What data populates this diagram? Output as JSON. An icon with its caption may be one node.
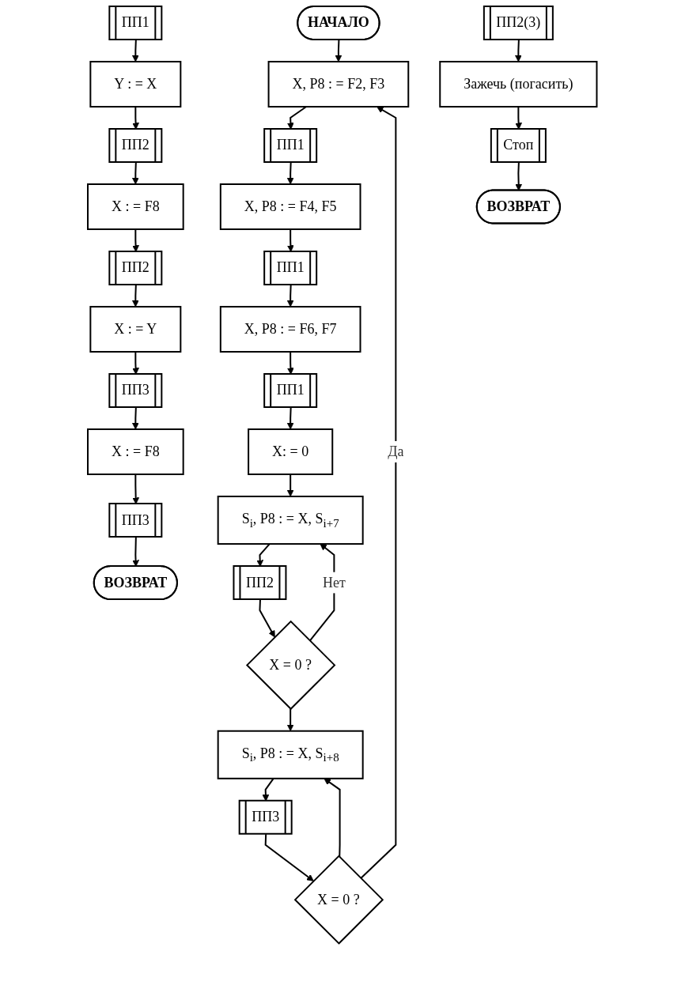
{
  "diagram": {
    "nodes": [
      {
        "text": [
          "НАЧАЛО"
        ]
      },
      {
        "text": [
          "X, P8 : = F2, F3"
        ]
      },
      {
        "text": [
          "ПП1"
        ]
      },
      {
        "text": [
          "X, P8 : = F4, F5"
        ]
      },
      {
        "text": [
          "ПП1"
        ]
      },
      {
        "text": [
          "X, P8 : = F6, F7"
        ]
      },
      {
        "text": [
          "ПП1"
        ]
      },
      {
        "text": [
          "X: = 0"
        ]
      },
      {
        "text": [
          "S$_{i}$, P8 : = X, S$_{i+7}$"
        ]
      },
      {
        "text": [
          "ПП2"
        ]
      },
      {
        "text": [
          "X = 0 ?"
        ]
      },
      {
        "text": [
          "S$_{i}$, P8 : = X, S$_{i+8}$"
        ]
      },
      {
        "text": [
          "ПП3"
        ]
      },
      {
        "text": [
          "X = 0 ?"
        ]
      },
      {
        "text": [
          "ПП1"
        ]
      },
      {
        "text": [
          "Y : = X"
        ]
      },
      {
        "text": [
          "ПП2"
        ]
      },
      {
        "text": [
          "X : = F8"
        ]
      },
      {
        "text": [
          "ПП2"
        ]
      },
      {
        "text": [
          "X : = Y"
        ]
      },
      {
        "text": [
          "ПП3"
        ]
      },
      {
        "text": [
          "X : = F8"
        ]
      },
      {
        "text": [
          "ПП3"
        ]
      },
      {
        "text": [
          "ВОЗВРАТ"
        ]
      },
      {
        "text": [
          "ПП2(3)"
        ]
      },
      {
        "text": [
          "Зажечь (погасить)"
        ]
      },
      {
        "text": [
          "Стоп"
        ]
      },
      {
        "text": [
          "ВОЗВРАТ"
        ]
      }
    ],
    "edges": [
      {
        "from": 0,
        "to": 1,
        "arrow": "to"
      },
      {
        "from": 1,
        "to": 2,
        "arrow": "to"
      },
      {
        "from": 2,
        "to": 3,
        "arrow": "to"
      },
      {
        "from": 3,
        "to": 4,
        "arrow": "to"
      },
      {
        "from": 4,
        "to": 5,
        "arrow": "to"
      },
      {
        "from": 5,
        "to": 6,
        "arrow": "to"
      },
      {
        "from": 6,
        "to": 7,
        "arrow": "to"
      },
      {
        "from": 7,
        "to": 8,
        "arrow": "to"
      },
      {
        "from": 8,
        "to": 9,
        "arrow": "to"
      },
      {
        "from": 9,
        "to": 10,
        "arrow": "to"
      },
      {
        "from": 10,
        "to": 8,
        "arrow": "to",
        "label": "Нет"
      },
      {
        "from": 10,
        "to": 11,
        "arrow": "to"
      },
      {
        "from": 11,
        "to": 12,
        "arrow": "to"
      },
      {
        "from": 12,
        "to": 13,
        "arrow": "to"
      },
      {
        "from": 13,
        "to": 11,
        "arrow": "to"
      },
      {
        "from": 13,
        "to": 1,
        "arrow": "to",
        "label": "Да"
      },
      {
        "from": 14,
        "to": 15,
        "arrow": "to"
      },
      {
        "from": 15,
        "to": 16,
        "arrow": "to"
      },
      {
        "from": 16,
        "to": 17,
        "arrow": "to"
      },
      {
        "from": 17,
        "to": 18,
        "arrow": "to"
      },
      {
        "from": 18,
        "to": 19,
        "arrow": "to"
      },
      {
        "from": 19,
        "to": 20,
        "arrow": "to"
      },
      {
        "from": 20,
        "to": 21,
        "arrow": "to"
      },
      {
        "from": 21,
        "to": 22,
        "arrow": "to"
      },
      {
        "from": 22,
        "to": 23,
        "arrow": "to"
      },
      {
        "from": 24,
        "to": 25,
        "arrow": "to"
      },
      {
        "from": 25,
        "to": 26,
        "arrow": "to"
      },
      {
        "from": 26,
        "to": 27,
        "arrow": "to"
      }
    ]
  }
}
